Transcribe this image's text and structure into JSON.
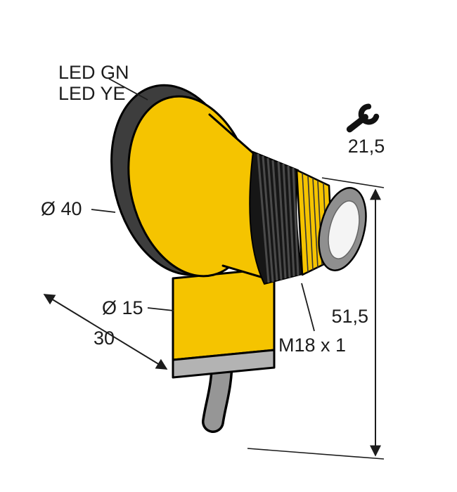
{
  "drawing": {
    "title": "M18 barrel sensor dimension drawing",
    "labels": {
      "led_green": "LED GN",
      "led_yellow": "LED YE",
      "wrench_size": "21,5",
      "head_diameter": "Ø 40",
      "body_diameter": "Ø 15",
      "body_depth": "30",
      "overall_height": "51,5",
      "thread_spec": "M18 x 1"
    },
    "icons": {
      "wrench": "wrench-icon"
    },
    "colors": {
      "housing_yellow": "#F5C400",
      "rim_dark": "#3D3D3D",
      "nut_black": "#161616",
      "rib_gray": "#4A4A4A",
      "lens_ring_gray": "#8F8F8F",
      "lens_white": "#F4F4F4",
      "band_gray": "#B3B3B3",
      "cable_gray": "#969696",
      "line_black": "#1C1C1C"
    }
  }
}
